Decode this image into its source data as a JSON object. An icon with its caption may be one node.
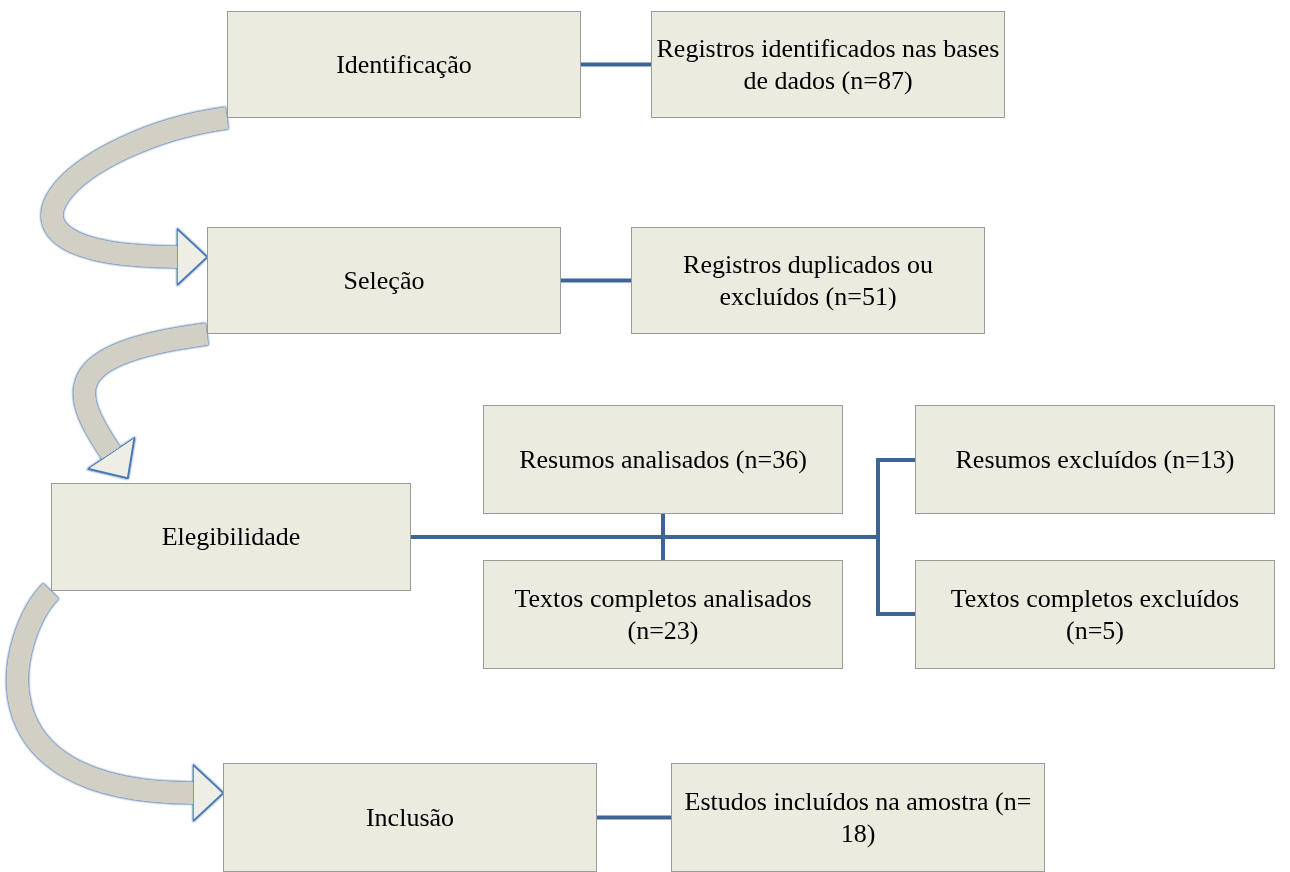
{
  "diagram": {
    "nodes": [
      {
        "text": [
          "Identificação"
        ]
      },
      {
        "text": [
          "Registros identificados nas bases de dados (n=87)"
        ]
      },
      {
        "text": [
          "Seleção"
        ]
      },
      {
        "text": [
          "Registros duplicados ou excluídos (n=51)"
        ]
      },
      {
        "text": [
          "Resumos analisados (n=36)"
        ]
      },
      {
        "text": [
          "Elegibilidade"
        ]
      },
      {
        "text": [
          "Textos completos analisados (n=23)"
        ]
      },
      {
        "text": [
          "Resumos excluídos (n=13)"
        ]
      },
      {
        "text": [
          "Textos completos excluídos (n=5)"
        ]
      },
      {
        "text": [
          "Inclusão"
        ]
      },
      {
        "text": [
          "Estudos incluídos na amostra (n= 18)"
        ]
      }
    ],
    "edges": [
      {
        "from": 0,
        "to": 1,
        "arrow": "none"
      },
      {
        "from": 0,
        "to": 2,
        "arrow": "to",
        "style": "thick",
        "color": "#d2d0c4"
      },
      {
        "from": 2,
        "to": 3,
        "arrow": "none"
      },
      {
        "from": 2,
        "to": 5,
        "arrow": "to",
        "style": "thick",
        "color": "#d2d0c4"
      },
      {
        "from": 5,
        "to": 4,
        "arrow": "none"
      },
      {
        "from": 5,
        "to": 6,
        "arrow": "none"
      },
      {
        "from": 5,
        "to": 7,
        "arrow": "none"
      },
      {
        "from": 5,
        "to": 8,
        "arrow": "none"
      },
      {
        "from": 5,
        "to": 9,
        "arrow": "to",
        "style": "thick",
        "color": "#d2d0c4"
      },
      {
        "from": 9,
        "to": 10,
        "arrow": "none"
      }
    ]
  }
}
